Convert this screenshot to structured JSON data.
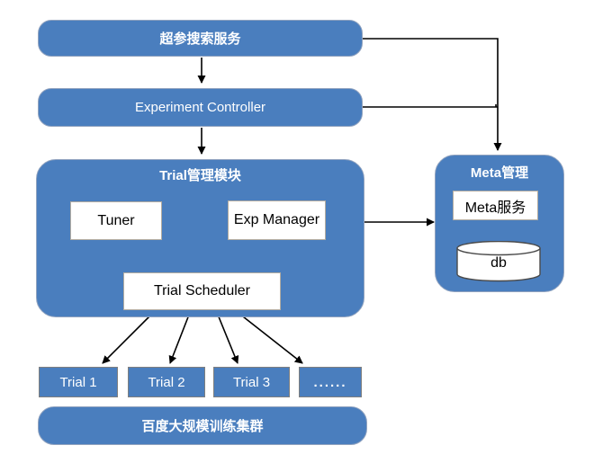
{
  "diagram": {
    "colors": {
      "node_blue": "#4A7EBE",
      "node_text_white": "#FFFFFF",
      "inner_box_bg": "#FFFFFF",
      "inner_box_text": "#000000",
      "small_box_border": "#7F7F7F",
      "arrow_black": "#000000"
    },
    "nodes": {
      "hyperparam_service": "超参搜索服务",
      "experiment_controller": "Experiment Controller",
      "trial_module": "Trial管理模块",
      "tuner": "Tuner",
      "exp_manager": "Exp Manager",
      "trial_scheduler": "Trial Scheduler",
      "meta_module": "Meta管理",
      "meta_service": "Meta服务",
      "db": "db",
      "trial_1": "Trial 1",
      "trial_2": "Trial 2",
      "trial_3": "Trial 3",
      "trial_more": "......",
      "training_cluster": "百度大规模训练集群"
    }
  }
}
